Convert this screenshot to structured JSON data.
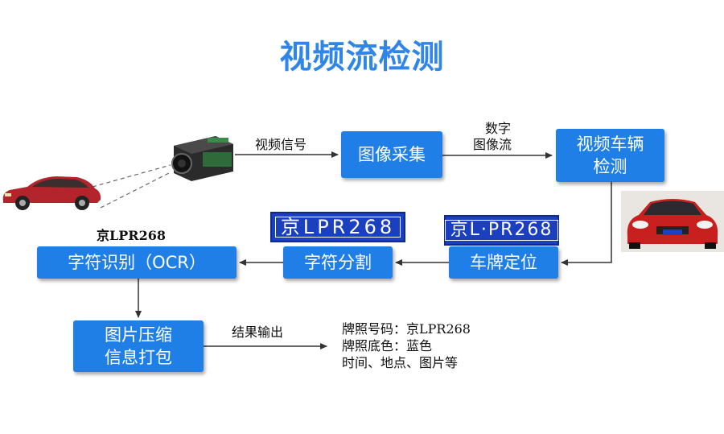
{
  "title": "视频流检测",
  "nodes": {
    "capture": "图像采集",
    "vehicle_detect_line1": "视频车辆",
    "vehicle_detect_line2": "检测",
    "plate_locate": "车牌定位",
    "char_segment": "字符分割",
    "char_recognize": "字符识别（OCR）",
    "compress_line1": "图片压缩",
    "compress_line2": "信息打包"
  },
  "edge_labels": {
    "video_signal": "视频信号",
    "digital_line1": "数字",
    "digital_line2": "图像流",
    "ocr_result": "京LPR268",
    "result_output": "结果输出"
  },
  "plates": {
    "segmented": "京LPR268",
    "located": "京L·PR268"
  },
  "result": {
    "plate_number": "牌照号码：京LPR268",
    "plate_color": "牌照底色：蓝色",
    "extra": "时间、地点、图片等"
  },
  "colors": {
    "title": "#2f86e8",
    "node_fill": "#1f7fe6",
    "plate_fill": "#1a3fbf",
    "car_left": "#b3242c",
    "car_right": "#c8201f"
  },
  "icons": [
    "car-image-icon",
    "camera-icon",
    "red-sedan-photo-icon"
  ]
}
